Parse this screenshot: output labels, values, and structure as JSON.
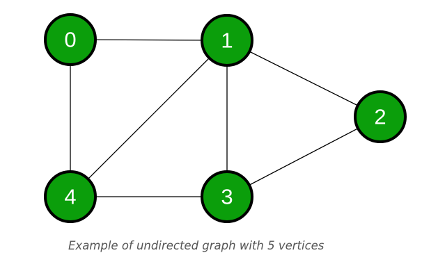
{
  "graph": {
    "nodes": [
      {
        "id": "0",
        "label": "0"
      },
      {
        "id": "1",
        "label": "1"
      },
      {
        "id": "2",
        "label": "2"
      },
      {
        "id": "3",
        "label": "3"
      },
      {
        "id": "4",
        "label": "4"
      }
    ],
    "edges": [
      [
        "0",
        "1"
      ],
      [
        "0",
        "4"
      ],
      [
        "1",
        "4"
      ],
      [
        "1",
        "3"
      ],
      [
        "1",
        "2"
      ],
      [
        "2",
        "3"
      ],
      [
        "3",
        "4"
      ]
    ],
    "colors": {
      "node_fill": "#0b9e0b",
      "node_stroke": "#000000",
      "label": "#ffffff",
      "edge": "#000000"
    }
  },
  "caption": "Example of undirected graph with 5 vertices"
}
